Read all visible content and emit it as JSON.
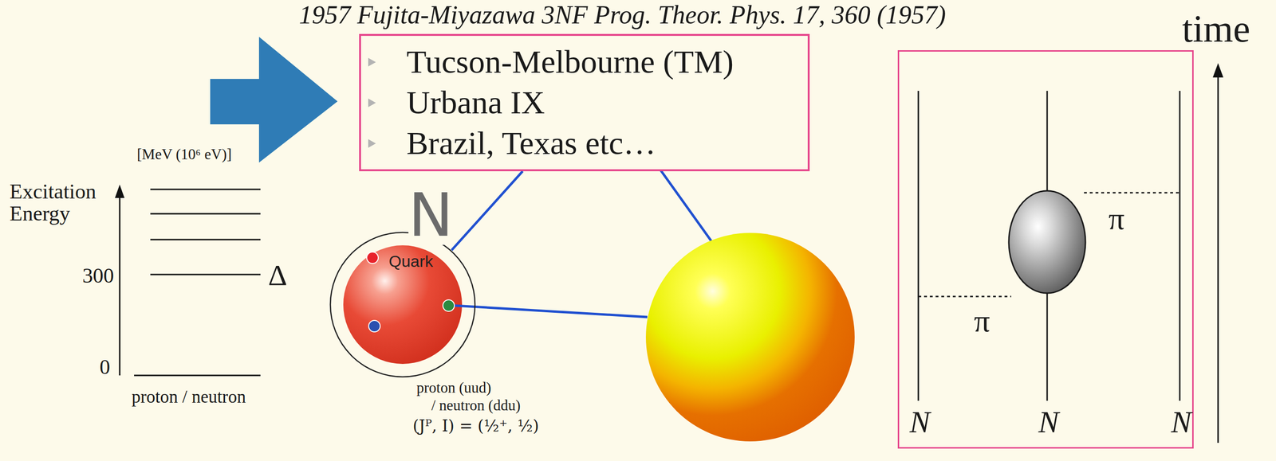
{
  "diagram": {
    "title": "1957 Fujita-Miyazawa 3NF Prog. Theor. Phys. 17, 360 (1957)",
    "nodes": [
      {
        "text": [
          "Tucson-Melbourne (TM)",
          "Urbana IX",
          "Brazil, Texas etc…"
        ]
      },
      {
        "text": [
          "N",
          "Quark"
        ]
      },
      {
        "text": [
          "π",
          "π",
          "N",
          "N",
          "N"
        ]
      }
    ],
    "edges": [
      {
        "from": 0,
        "to": 1,
        "arrow": "none"
      }
    ],
    "labels": [
      "time",
      "[MeV (10⁶ eV)]",
      "Excitation Energy",
      "300",
      "0",
      "Δ",
      "proton / neutron",
      "proton (uud)",
      "/ neutron (ddu)",
      "(Jᴾ, I) = (½⁺, ½)"
    ]
  }
}
